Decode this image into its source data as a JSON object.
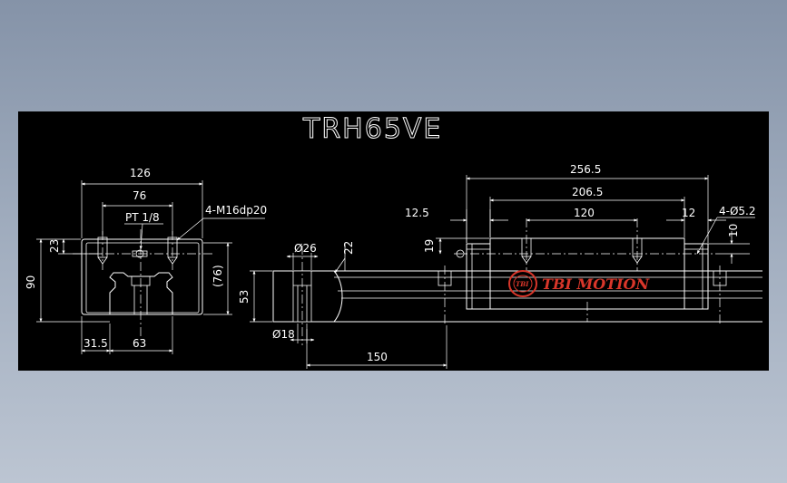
{
  "drawing": {
    "title": "TRH65VE",
    "logo": {
      "emblem": "TBI",
      "text": "TBI MOTION",
      "color": "#d8362a"
    },
    "background": "#000000",
    "line_color": "#ffffff",
    "front_view": {
      "dims": {
        "width": "126",
        "inner": "76",
        "thread": "4-M16dp20",
        "lube": "PT 1/8",
        "top_offset": "23",
        "height": "90",
        "paren": "(76)",
        "left": "31.5",
        "rail": "63"
      }
    },
    "side_view": {
      "dims": {
        "hole_top": "Ø26",
        "depth": "22",
        "h53": "53",
        "hole_bottom": "Ø18",
        "pitch": "150",
        "d12_5": "12.5",
        "d19": "19",
        "total": "256.5",
        "body": "206.5",
        "hole_span": "120",
        "d12": "12",
        "holes": "4-Ø5.2",
        "d10": "10"
      }
    }
  }
}
